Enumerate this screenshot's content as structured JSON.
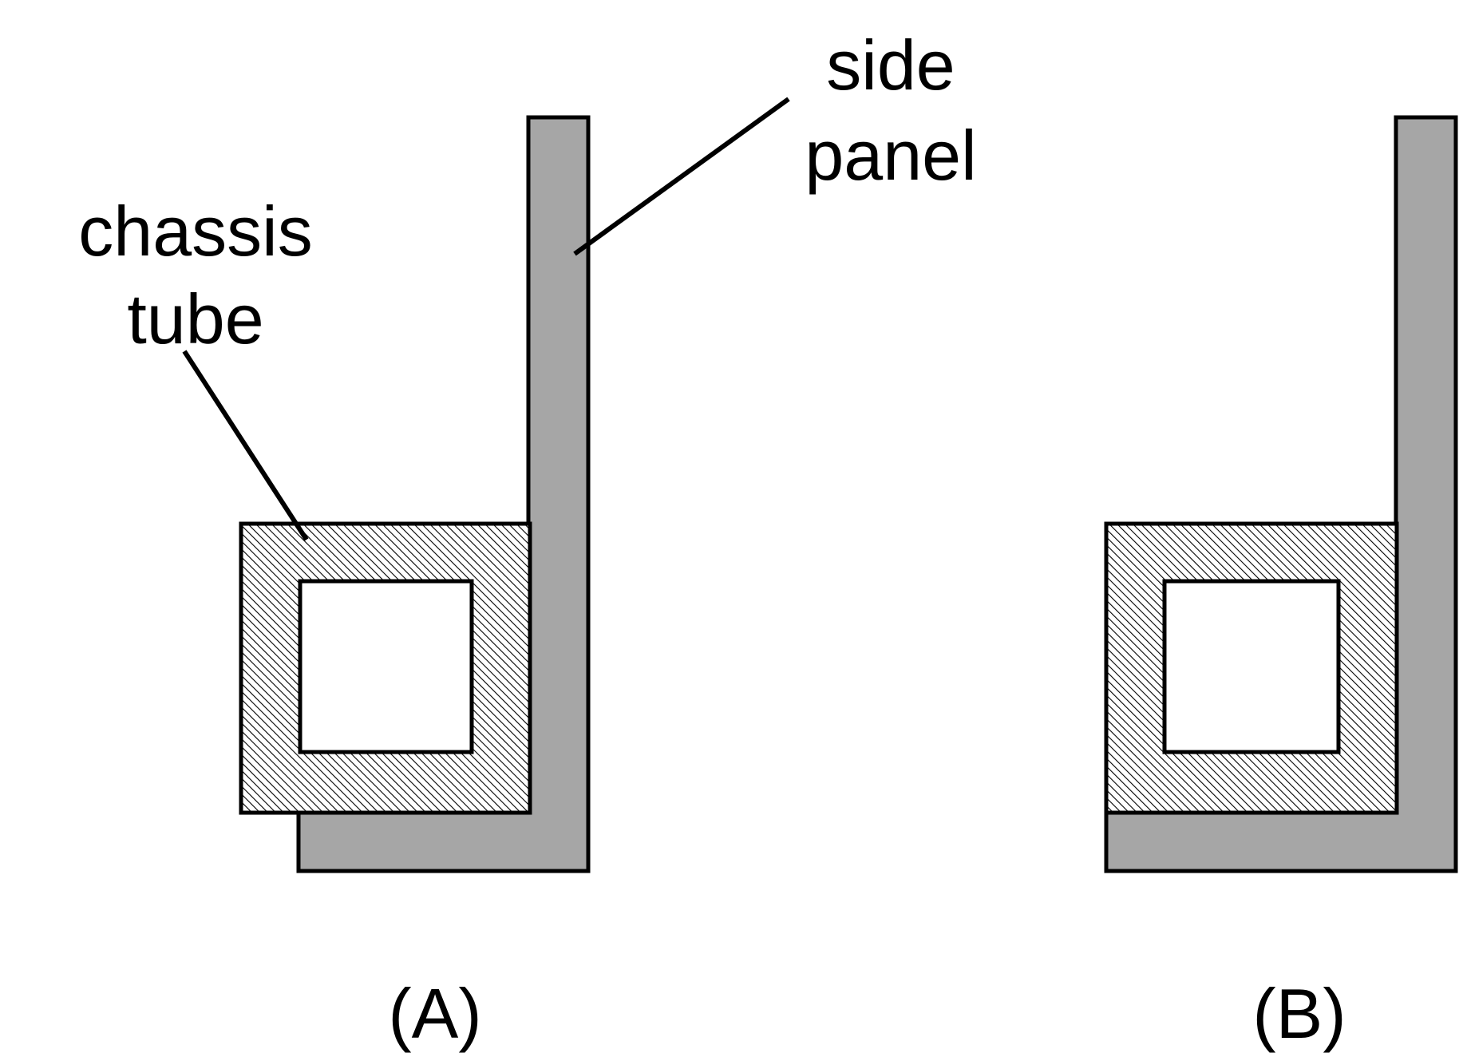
{
  "labels": {
    "side_panel_line1": "side",
    "side_panel_line2": "panel",
    "chassis_tube_line1": "chassis",
    "chassis_tube_line2": "tube"
  },
  "captions": {
    "panel_a": "(A)",
    "panel_b": "(B)"
  },
  "colors": {
    "side_panel_fill": "#a6a6a6",
    "chassis_tube_hatch_bg": "#ffffff",
    "chassis_tube_hatch_line": "#000000",
    "stroke": "#000000",
    "background": "#ffffff"
  }
}
